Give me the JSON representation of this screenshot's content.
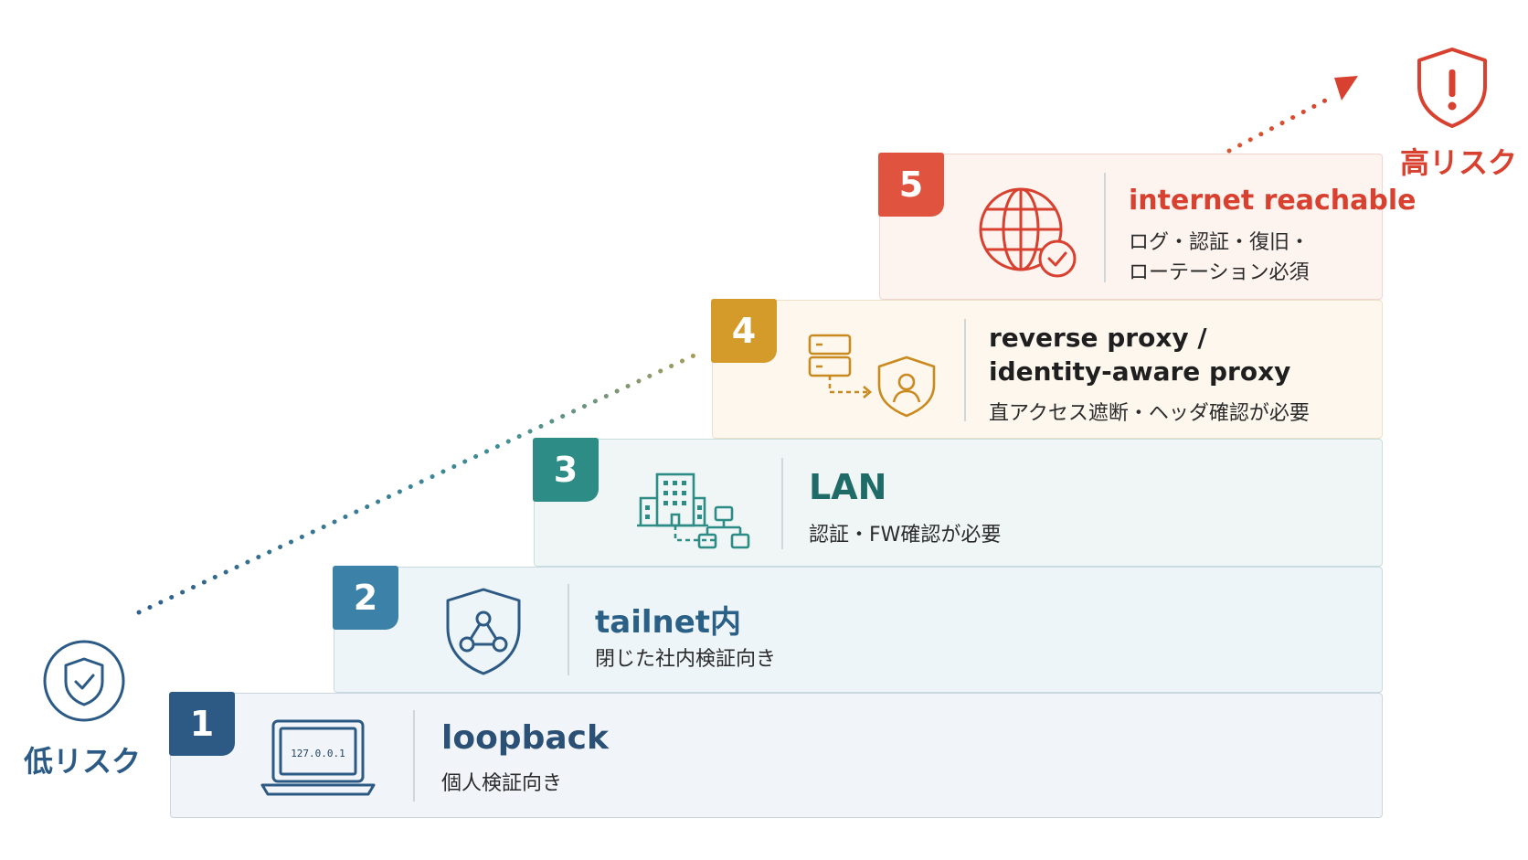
{
  "risk": {
    "low_label": "低リスク",
    "high_label": "高リスク",
    "low_color": "#2c5a86",
    "high_color": "#d8402f"
  },
  "steps": [
    {
      "number": "1",
      "title": "loopback",
      "desc_lines": [
        "個人検証向き"
      ],
      "icon": "laptop-icon",
      "screen_text": "127.0.0.1",
      "color": "#2d5a84"
    },
    {
      "number": "2",
      "title": "tailnet内",
      "desc_lines": [
        "閉じた社内検証向き"
      ],
      "icon": "shield-network-icon",
      "color": "#3c81a8"
    },
    {
      "number": "3",
      "title": "LAN",
      "desc_lines": [
        "認証・FW確認が必要"
      ],
      "icon": "building-network-icon",
      "color": "#2d8c85"
    },
    {
      "number": "4",
      "title_lines": [
        "reverse proxy /",
        "identity-aware proxy"
      ],
      "desc_lines": [
        "直アクセス遮断・ヘッダ確認が必要"
      ],
      "icon": "server-shield-user-icon",
      "color": "#d49a2a"
    },
    {
      "number": "5",
      "title": "internet reachable",
      "desc_lines": [
        "ログ・認証・復旧・",
        "ローテーション必須"
      ],
      "icon": "globe-check-icon",
      "color": "#e0533f"
    }
  ]
}
